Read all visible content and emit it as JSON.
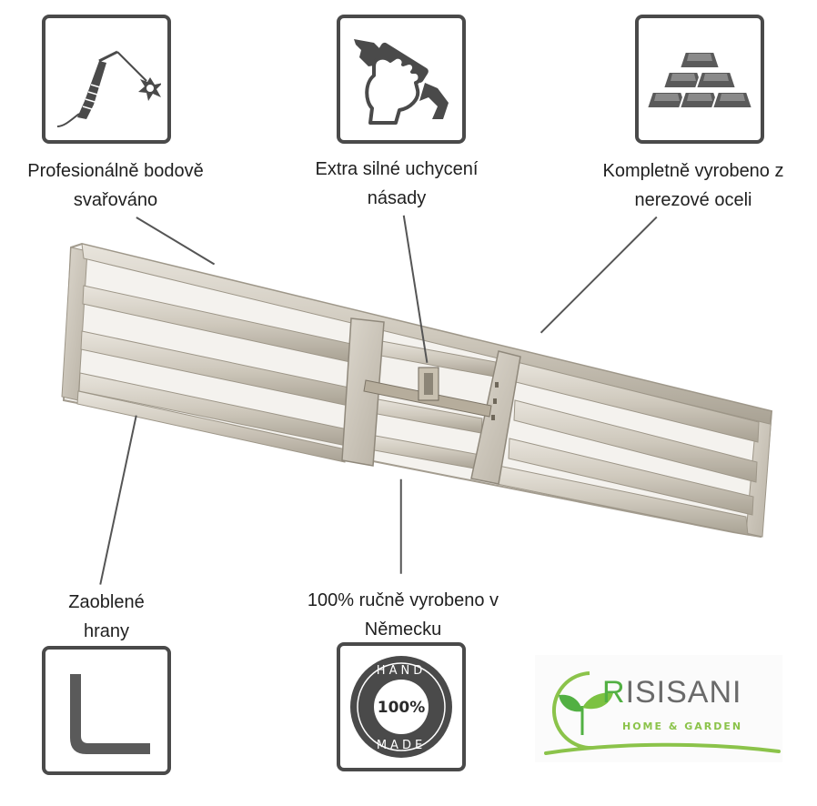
{
  "features": {
    "welding": {
      "label": "Profesionálně bodově svařováno",
      "icon": "welding-icon"
    },
    "mount": {
      "label": "Extra silné uchycení násady",
      "icon": "wrench-hand-icon"
    },
    "steel": {
      "label": "Kompletně vyrobeno z nerezové oceli",
      "icon": "metal-ingots-icon"
    },
    "edges": {
      "label": "Zaoblené hrany",
      "icon": "rounded-corner-icon"
    },
    "handmade": {
      "label": "100% ručně vyrobeno v Německu",
      "icon": "handmade-stamp-icon"
    }
  },
  "stamp": {
    "top": "HAND",
    "center": "100%",
    "bottom": "MADE"
  },
  "logo": {
    "name_first": "R",
    "name_rest": "ISISANI",
    "tagline": "HOME & GARDEN"
  },
  "colors": {
    "icon_border": "#4a4a4a",
    "icon_fill": "#5a5a5a",
    "logo_green": "#52b043",
    "logo_gray": "#6a6a6a"
  }
}
